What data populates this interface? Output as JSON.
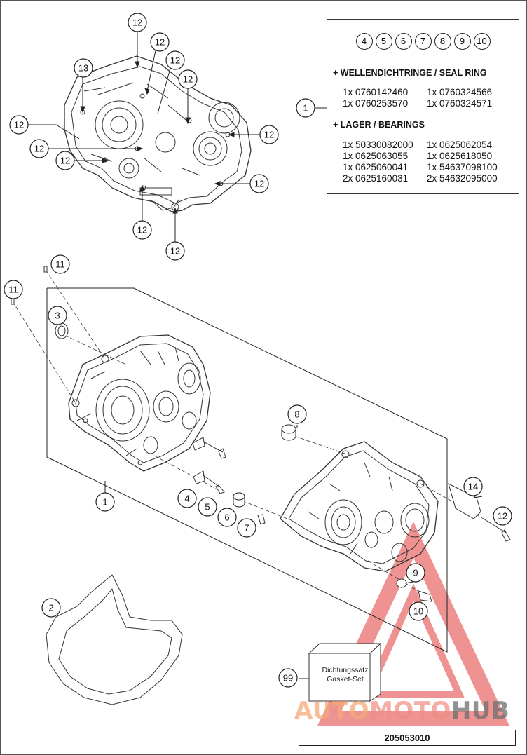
{
  "callouts": {
    "top": [
      {
        "n": "12"
      },
      {
        "n": "12"
      },
      {
        "n": "12"
      },
      {
        "n": "12"
      },
      {
        "n": "13"
      },
      {
        "n": "12"
      },
      {
        "n": "12"
      },
      {
        "n": "12"
      },
      {
        "n": "12"
      },
      {
        "n": "12"
      },
      {
        "n": "12"
      },
      {
        "n": "12"
      }
    ],
    "main": [
      {
        "n": "11"
      },
      {
        "n": "11"
      },
      {
        "n": "3"
      },
      {
        "n": "8"
      },
      {
        "n": "1"
      },
      {
        "n": "4"
      },
      {
        "n": "5"
      },
      {
        "n": "6"
      },
      {
        "n": "7"
      },
      {
        "n": "14"
      },
      {
        "n": "12"
      },
      {
        "n": "9"
      },
      {
        "n": "10"
      },
      {
        "n": "2"
      },
      {
        "n": "99"
      }
    ],
    "infobox": {
      "n": "1"
    }
  },
  "infobox": {
    "circles": [
      "4",
      "5",
      "6",
      "7",
      "8",
      "9",
      "10"
    ],
    "seal_heading": "+ WELLENDICHTRINGE / SEAL RING",
    "seal_rows": [
      [
        "1x 0760142460",
        "1x 0760324566"
      ],
      [
        "1x 0760253570",
        "1x 0760324571"
      ]
    ],
    "bearing_heading": "+ LAGER / BEARINGS",
    "bearing_rows": [
      [
        "1x 50330082000",
        "1x 0625062054"
      ],
      [
        "1x 0625063055",
        "1x 0625618050"
      ],
      [
        "1x 0625060041",
        "1x 54637098100"
      ],
      [
        "2x 0625160031",
        "2x 54632095000"
      ]
    ]
  },
  "kit": {
    "line1": "Dichtungssatz",
    "line2": "Gasket-Set"
  },
  "footer": {
    "code": "205053010"
  },
  "watermark": {
    "part1": "AUTO",
    "part2": "MOTO",
    "part3": "HUB"
  },
  "colors": {
    "line": "#222222",
    "watermark_red": "#e23a3a",
    "watermark_gray": "#6e6e6e"
  }
}
